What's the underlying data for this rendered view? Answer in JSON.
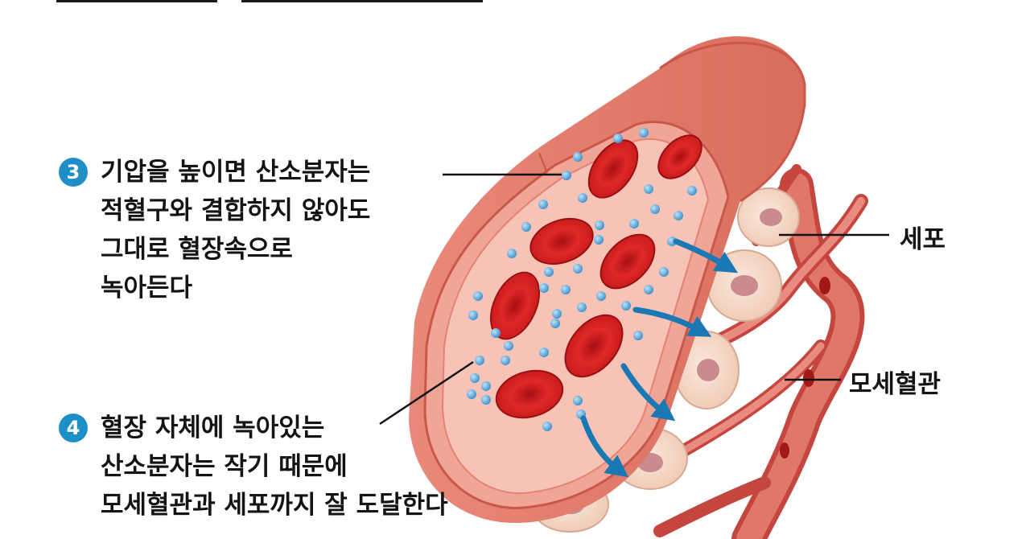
{
  "callouts": [
    {
      "number": "3",
      "lines": [
        "기압을 높이면 산소분자는",
        "적혈구와 결합하지 않아도",
        "그대로 혈장속으로",
        "녹아든다"
      ]
    },
    {
      "number": "4",
      "lines": [
        "혈장 자체에 녹아있는",
        "산소분자는 작기 때문에",
        "모세혈관과 세포까지 잘 도달한다"
      ]
    }
  ],
  "labels": {
    "cell": "세포",
    "capillary": "모세혈관"
  },
  "colors": {
    "badge": "#1e8fc6",
    "vessel_wall": "#e07d6c",
    "rbc": "#c81e1e",
    "oxygen": "#4a9bd1",
    "arrow": "#1a78b4",
    "cell": "#f3d7c4"
  }
}
